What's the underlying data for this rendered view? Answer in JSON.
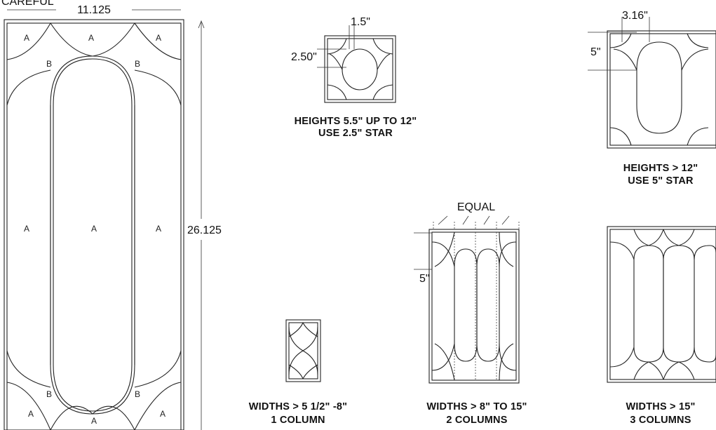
{
  "main_panel": {
    "width_label": "11.125",
    "height_label": "26.125",
    "cutoff_text": "CAREFUL",
    "piece_a": "A",
    "piece_b": "B"
  },
  "star_small": {
    "dim_top": "1.5\"",
    "dim_side": "2.50\"",
    "caption_line1": "HEIGHTS 5.5\" UP TO 12\"",
    "caption_line2": "USE 2.5\" STAR"
  },
  "star_large": {
    "dim_top": "3.16\"",
    "dim_side": "5\"",
    "caption_line1": "HEIGHTS > 12\"",
    "caption_line2": "USE 5\" STAR"
  },
  "col1": {
    "caption_line1": "WIDTHS > 5 1/2\" -8\"",
    "caption_line2": "1 COLUMN"
  },
  "col2": {
    "equal_label": "EQUAL",
    "dim_side": "5\"",
    "caption_line1": "WIDTHS > 8\" TO 15\"",
    "caption_line2": "2 COLUMNS"
  },
  "col3": {
    "caption_line1": "WIDTHS > 15\"",
    "caption_line2": "3 COLUMNS"
  }
}
